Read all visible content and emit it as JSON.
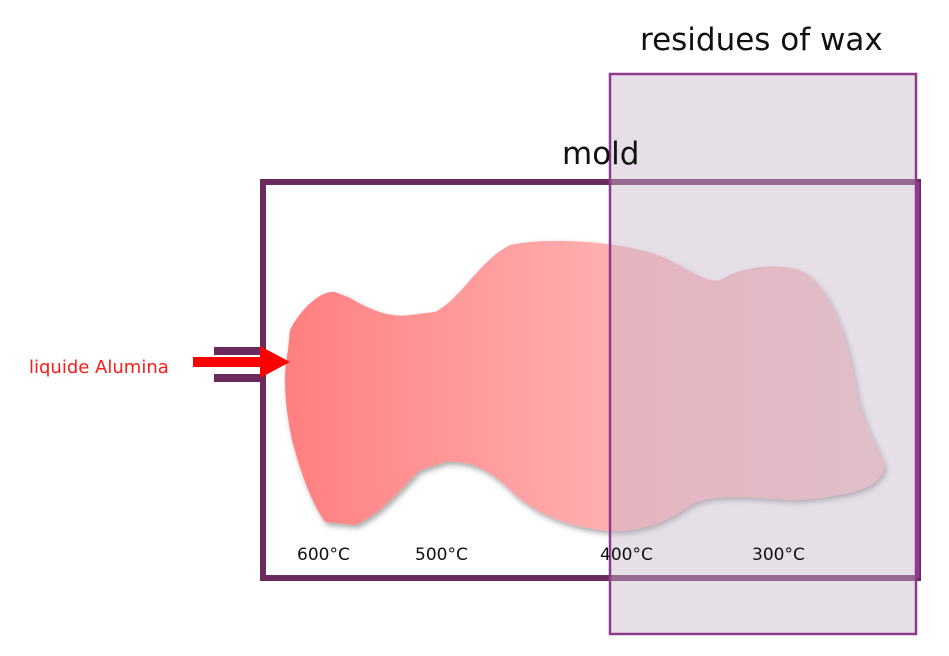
{
  "labels": {
    "wax": "residues of wax",
    "mold": "mold",
    "inlet": "liquide Alumina"
  },
  "temperatures": [
    "600°C",
    "500°C",
    "400°C",
    "300°C"
  ],
  "colors": {
    "mold_border": "#6a2a5e",
    "wax_border": "#8e3a8a",
    "wax_fill": "#e3dce3",
    "arrow": "#ff0000",
    "melt_hot": "#ff7f7f",
    "melt_cool": "#e9bcc3"
  }
}
